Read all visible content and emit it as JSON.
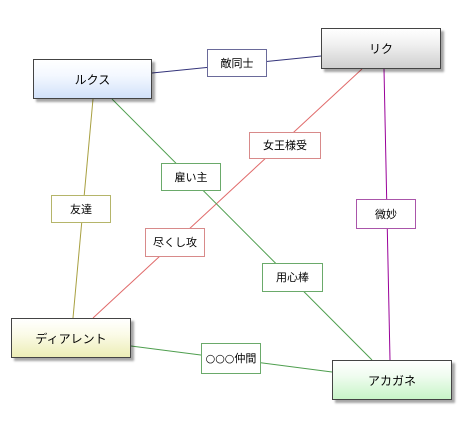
{
  "nodes": {
    "lux": "ルクス",
    "riku": "リク",
    "diarent": "ディアレント",
    "akagane": "アカガネ"
  },
  "edges": {
    "lux_riku": "敵同士",
    "riku_diarent": "女王様受",
    "lux_akagane": "雇い主",
    "lux_diarent": "友達",
    "riku_akagane": "微妙",
    "diarent_riku_secondary": "尽くし攻",
    "akagane_lux_secondary": "用心棒",
    "diarent_akagane": "○○○仲間"
  },
  "colors": {
    "navy_edge": "#33337a",
    "red_edge": "#e06a6a",
    "green_edge": "#4e9e4e",
    "olive_edge": "#a8a040",
    "purple_edge": "#990099"
  }
}
